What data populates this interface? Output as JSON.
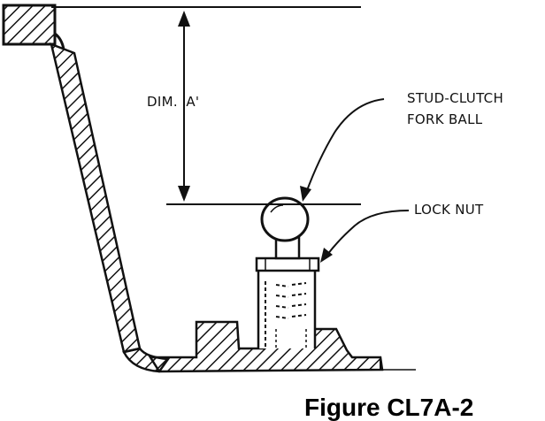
{
  "figure": {
    "labels": {
      "dim_a": "DIM. 'A'",
      "stud_line1": "STUD-CLUTCH",
      "stud_line2": "FORK BALL",
      "lock_nut": "LOCK NUT"
    },
    "caption": "Figure CL7A-2"
  }
}
